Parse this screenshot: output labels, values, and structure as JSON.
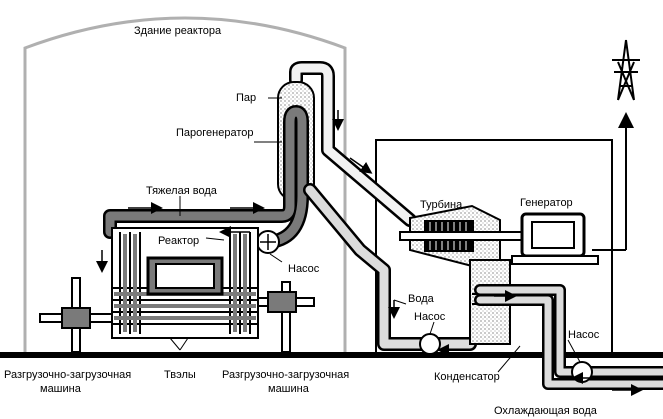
{
  "labels": {
    "reactor_building": "Здание реактора",
    "steam": "Пар",
    "steam_generator": "Парогенератор",
    "heavy_water": "Тяжелая вода",
    "reactor": "Реактор",
    "pump_primary": "Насос",
    "turbine": "Турбина",
    "generator": "Генератор",
    "water": "Вода",
    "pump_feed": "Насос",
    "pump_cooling": "Насос",
    "condenser": "Конденсатор",
    "fuel_machine_left_1": "Разгрузочно-загрузочная",
    "fuel_machine_left_2": "машина",
    "fuel_elements": "Твэлы",
    "fuel_machine_right_1": "Разгрузочно-загрузочная",
    "fuel_machine_right_2": "машина",
    "cooling_water": "Охлаждающая вода"
  },
  "colors": {
    "outline": "#000000",
    "hot_fluid": "#7a7a7a",
    "cool_fluid": "#dcdcdc",
    "steam_fill": "#f2f2f2",
    "dome": "#b0b0b0"
  }
}
